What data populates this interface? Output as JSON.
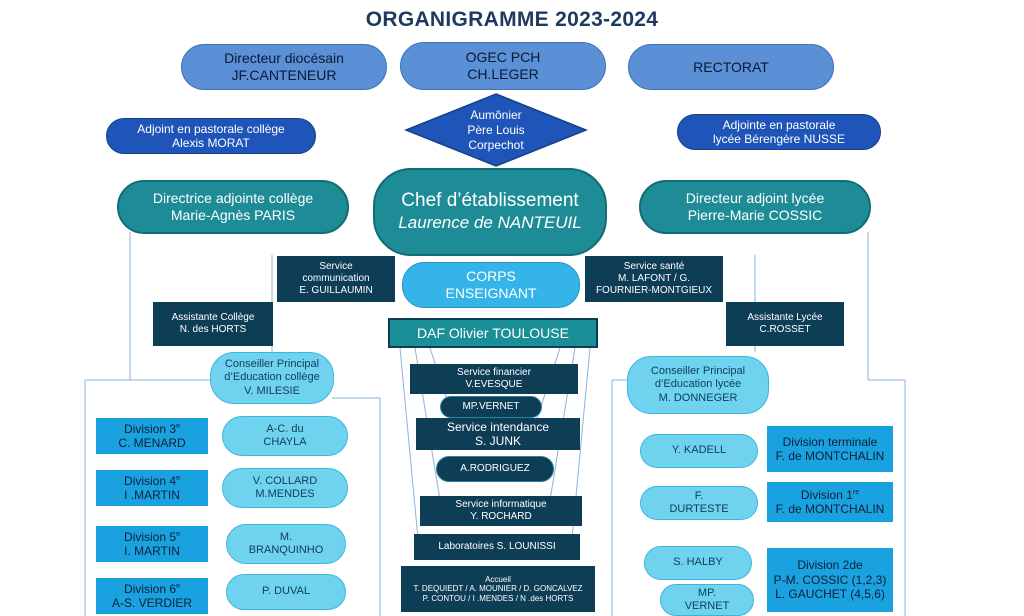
{
  "title": "ORGANIGRAMME 2023-2024",
  "top": {
    "diocesan": {
      "role": "Directeur diocésain",
      "name": "JF.CANTENEUR"
    },
    "ogec": {
      "role": "OGEC PCH",
      "name": "CH.LEGER"
    },
    "rectorat": {
      "role": "RECTORAT"
    }
  },
  "aumonier": {
    "l1": "Aumônier",
    "l2": "Père Louis",
    "l3": "Corpechot"
  },
  "pastorale_college": {
    "role": "Adjoint en pastorale collège",
    "name": "Alexis MORAT"
  },
  "pastorale_lycee": {
    "role": "Adjointe en pastorale",
    "name": "lycée  Bérengère NUSSE"
  },
  "chef": {
    "role": "Chef d’établissement",
    "name": "Laurence de NANTEUIL"
  },
  "dir_college": {
    "role": "Directrice adjointe collège",
    "name": "Marie-Agnès PARIS"
  },
  "dir_lycee": {
    "role": "Directeur adjoint lycée",
    "name": "Pierre-Marie COSSIC"
  },
  "communication": {
    "l1": "Service",
    "l2": "communication",
    "l3": "E. GUILLAUMIN"
  },
  "corps": {
    "l1": "CORPS",
    "l2": "ENSEIGNANT"
  },
  "sante": {
    "l1": "Service  santé",
    "l2": "M. LAFONT / G.",
    "l3": "FOURNIER-MONTGIEUX"
  },
  "assist_college": {
    "l1": "Assistante Collège",
    "l2": "N. des HORTS"
  },
  "assist_lycee": {
    "l1": "Assistante Lycée",
    "l2": "C.ROSSET"
  },
  "daf": {
    "label": "DAF Olivier TOULOUSE"
  },
  "financier": {
    "l1": "Service financier",
    "l2": "V.EVESQUE"
  },
  "mp_vernet_1": "MP.VERNET",
  "intendance": {
    "l1": "Service intendance",
    "l2": "S. JUNK"
  },
  "rodriguez": "A.RODRIGUEZ",
  "informatique": {
    "l1": "Service informatique",
    "l2": "Y. ROCHARD"
  },
  "labo": "Laboratoires  S. LOUNISSI",
  "accueil": {
    "l1": "Accueil",
    "l2": "T. DEQUIEDT / A. MOUNIER /  D. GONCALVEZ",
    "l3": "P. CONTOU  / I .MENDES / N .des HORTS"
  },
  "cpe_college": {
    "l1": "Conseiller Principal",
    "l2": "d’Education collège",
    "l3": "V. MILESIE"
  },
  "cpe_lycee": {
    "l1": "Conseiller Principal",
    "l2": "d’Education lycée",
    "l3": "M. DONNEGER"
  },
  "college_divisions": [
    {
      "div": "Division 3",
      "sup": "e",
      "name": "C. MENARD",
      "assistant_l1": "A-C. du",
      "assistant_l2": "CHAYLA"
    },
    {
      "div": "Division 4",
      "sup": "e",
      "name": "I .MARTIN",
      "assistant_l1": "V. COLLARD",
      "assistant_l2": "M.MENDES"
    },
    {
      "div": "Division 5",
      "sup": "e",
      "name": "I. MARTIN",
      "assistant_l1": "M.",
      "assistant_l2": "BRANQUINHO"
    },
    {
      "div": "Division 6",
      "sup": "e",
      "name": "A-S. VERDIER",
      "assistant_l1": "P. DUVAL",
      "assistant_l2": ""
    }
  ],
  "lycee_assistants": [
    {
      "l1": "Y. KADELL",
      "l2": ""
    },
    {
      "l1": "F.",
      "l2": "DURTESTE"
    },
    {
      "l1": "S. HALBY",
      "l2": ""
    },
    {
      "l1": "MP.",
      "l2": "VERNET"
    }
  ],
  "lycee_divisions": [
    {
      "l1": "Division terminale",
      "sup": "",
      "l2": "F. de MONTCHALIN",
      "l3": ""
    },
    {
      "l1": "Division 1",
      "sup": "re",
      "l2": "F. de MONTCHALIN",
      "l3": ""
    },
    {
      "l1": "Division 2de",
      "sup": "",
      "l2": "P-M. COSSIC (1,2,3)",
      "l3": "L. GAUCHET (4,5,6)"
    }
  ],
  "colors": {
    "navy": "#0e3d56",
    "teal": "#1e8c96",
    "light_cyan": "#6fd3ef",
    "blue": "#1aa1e0",
    "royal": "#1f55b8"
  }
}
